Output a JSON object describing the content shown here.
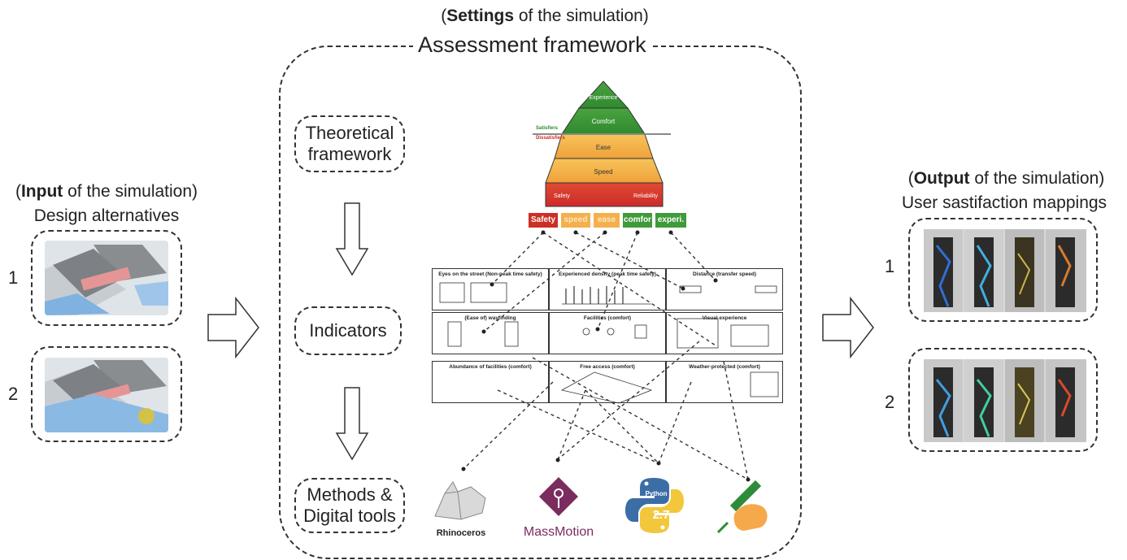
{
  "header": {
    "settings_bold": "Settings",
    "settings_rest": " of the simulation)",
    "settings_open": "(",
    "framework_title": "Assessment framework"
  },
  "input": {
    "bold": "Input",
    "rest": " of the simulation)",
    "open": "(",
    "subtitle": "Design alternatives",
    "items": [
      "1",
      "2"
    ]
  },
  "output": {
    "bold": "Output",
    "rest": " of the simulation)",
    "open": "(",
    "subtitle": "User sastifaction mappings",
    "items": [
      "1",
      "2"
    ]
  },
  "nodes": {
    "theoretical": "Theoretical framework",
    "indicators": "Indicators",
    "methods": "Methods & Digital tools"
  },
  "pyramid": {
    "levels": [
      "Experience",
      "Comfort",
      "Ease",
      "Speed",
      "Safety",
      "Reliability"
    ],
    "satisfiers": "Satisfiers",
    "dissatisfiers": "Dissatisfiers"
  },
  "tags": [
    "Safety",
    "speed",
    "ease",
    "comfor",
    "experi."
  ],
  "indicators": [
    "Eyes on the street (Non-peak time safety)",
    "Experienced density (peak time safety)",
    "Distance (transfer speed)",
    "(Ease of) wayfinding",
    "Facilities (comfort)",
    "Visual experience",
    "Abundance of facilities (comfort)",
    "Free access (comfort)",
    "Weather-protected (comfort)"
  ],
  "tools": {
    "rhino": "Rhinoceros",
    "massmotion": "MassMotion",
    "python": "Python",
    "python_version": "2.7"
  },
  "colors": {
    "red": "#d63a2c",
    "orange": "#f0a540",
    "green": "#3f9a3a",
    "line": "#333333"
  }
}
